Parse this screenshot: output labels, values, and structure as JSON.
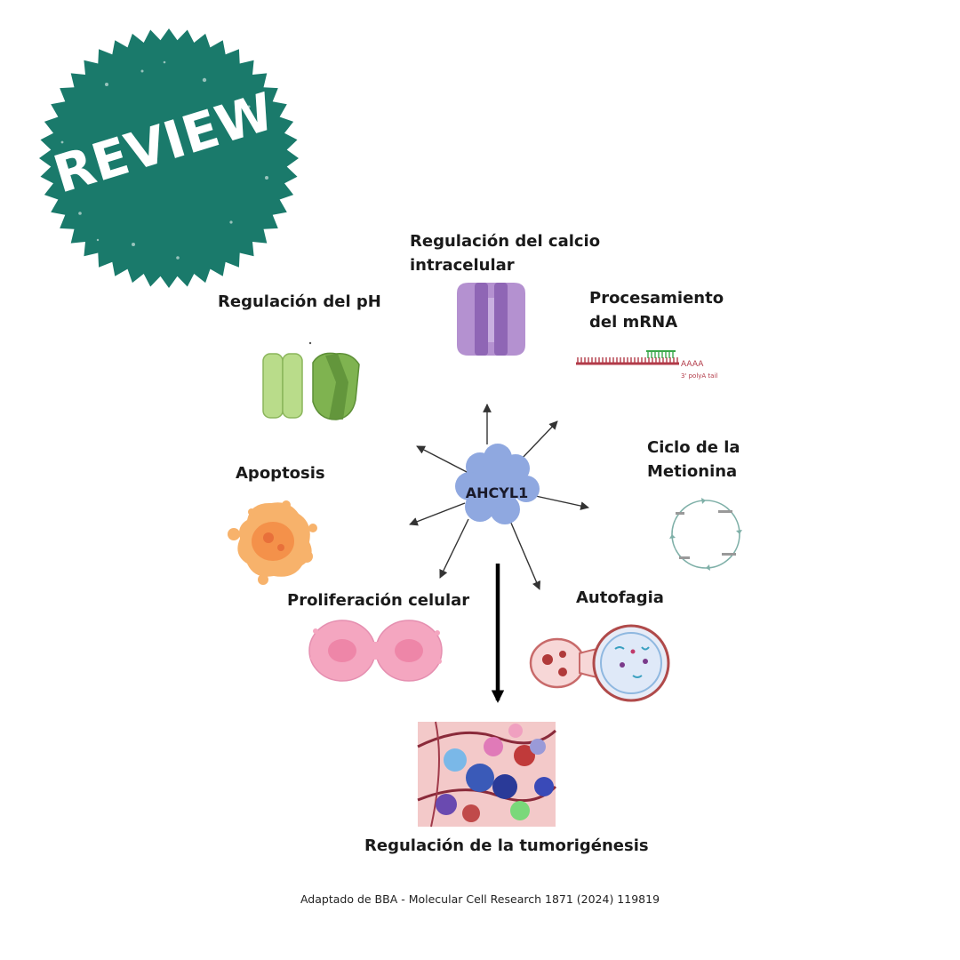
{
  "stamp": {
    "text": "REVIEW",
    "color": "#1a7a6b"
  },
  "center": {
    "label": "AHCYL1",
    "color": "#8fa8e0"
  },
  "functions": [
    {
      "id": "calcium",
      "label": "Regulación del calcio\nintracelular",
      "icon": "ion-channel-icon"
    },
    {
      "id": "mrna",
      "label": "Procesamiento\ndel mRNA",
      "icon": "mrna-polya-icon",
      "icon_text": [
        "AAAA",
        "3' polyA tail"
      ]
    },
    {
      "id": "ph",
      "label": "Regulación del pH",
      "icon": "transporter-icon"
    },
    {
      "id": "methionine",
      "label": "Ciclo de la\nMetionina",
      "icon": "methionine-cycle-icon"
    },
    {
      "id": "apoptosis",
      "label": "Apoptosis",
      "icon": "apoptotic-cell-icon"
    },
    {
      "id": "proliferation",
      "label": "Proliferación celular",
      "icon": "dividing-cell-icon"
    },
    {
      "id": "autophagy",
      "label": "Autofagia",
      "icon": "autophagosome-icon"
    }
  ],
  "outcome": {
    "label": "Regulación de la tumorigénesis",
    "icon": "tumor-tissue-icon"
  },
  "credit": "Adaptado de BBA - Molecular Cell Research 1871 (2024) 119819"
}
